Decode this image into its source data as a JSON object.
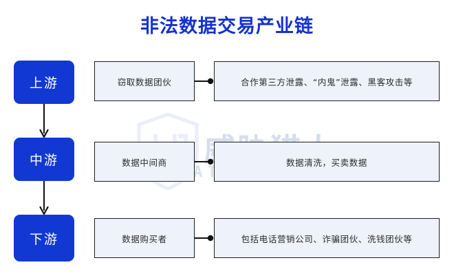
{
  "page": {
    "title": "非法数据交易产业链",
    "title_color": "#1331cf",
    "background": "#ffffff"
  },
  "watermark": {
    "logo_icon": "shield-logo-icon",
    "cn_text": "威胁猎人",
    "en_text": "THREAT HUNTER",
    "color": "#c9d3e6"
  },
  "diagram": {
    "type": "flowchart",
    "stage_color": "#1238d4",
    "node_fill": "#eef2fa",
    "node_border": "#1d1d1d",
    "stages": [
      {
        "label": "上游"
      },
      {
        "label": "中游"
      },
      {
        "label": "下游"
      }
    ],
    "rows": [
      {
        "actor": "窃取数据团伙",
        "detail": "合作第三方泄露、“内鬼”泄露、黑客攻击等"
      },
      {
        "actor": "数据中间商",
        "detail": "数据清洗，买卖数据"
      },
      {
        "actor": "数据购买者",
        "detail": "包括电话营销公司、诈骗团伙、洗钱团伙等"
      }
    ]
  }
}
